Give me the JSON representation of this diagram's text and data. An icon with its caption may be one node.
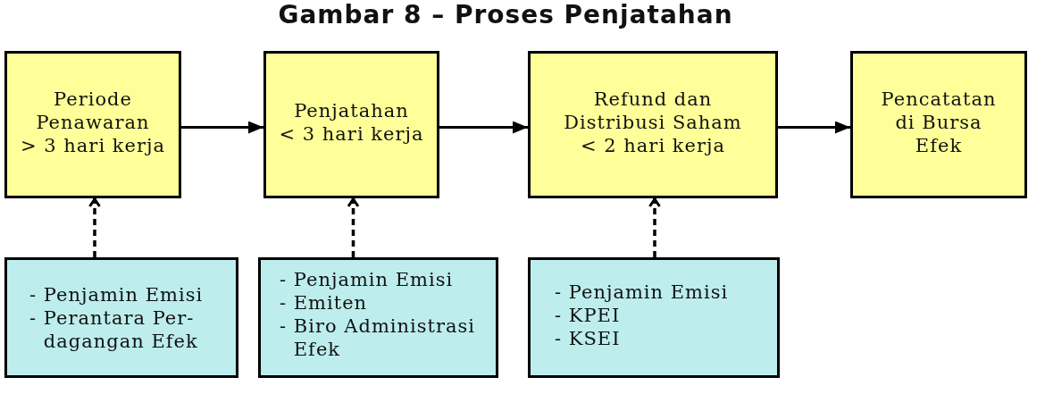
{
  "diagram": {
    "title": "Gambar 8 – Proses Penjatahan",
    "nodes": [
      {
        "text": [
          "Periode Penawaran",
          "> 3 hari kerja"
        ]
      },
      {
        "text": [
          "Penjatahan",
          "< 3 hari kerja"
        ]
      },
      {
        "text": [
          "Refund dan Distribusi Saham",
          "< 2 hari kerja"
        ]
      },
      {
        "text": [
          "Pencatatan di Bursa Efek"
        ]
      },
      {
        "text": [
          "- Penjamin Emisi",
          "- Perantara Per- dagangan Efek"
        ]
      },
      {
        "text": [
          "- Penjamin Emisi",
          "- Emiten",
          "- Biro Administrasi Efek"
        ]
      },
      {
        "text": [
          "- Penjamin Emisi",
          "- KPEI",
          "- KSEI"
        ]
      }
    ],
    "edges": [
      {
        "from": 0,
        "to": 1,
        "arrow": "to"
      },
      {
        "from": 1,
        "to": 2,
        "arrow": "to"
      },
      {
        "from": 2,
        "to": 3,
        "arrow": "to"
      },
      {
        "from": 4,
        "to": 0,
        "arrow": "to",
        "style": "dashed"
      },
      {
        "from": 5,
        "to": 1,
        "arrow": "to",
        "style": "dashed"
      },
      {
        "from": 6,
        "to": 2,
        "arrow": "to",
        "style": "dashed"
      }
    ]
  }
}
